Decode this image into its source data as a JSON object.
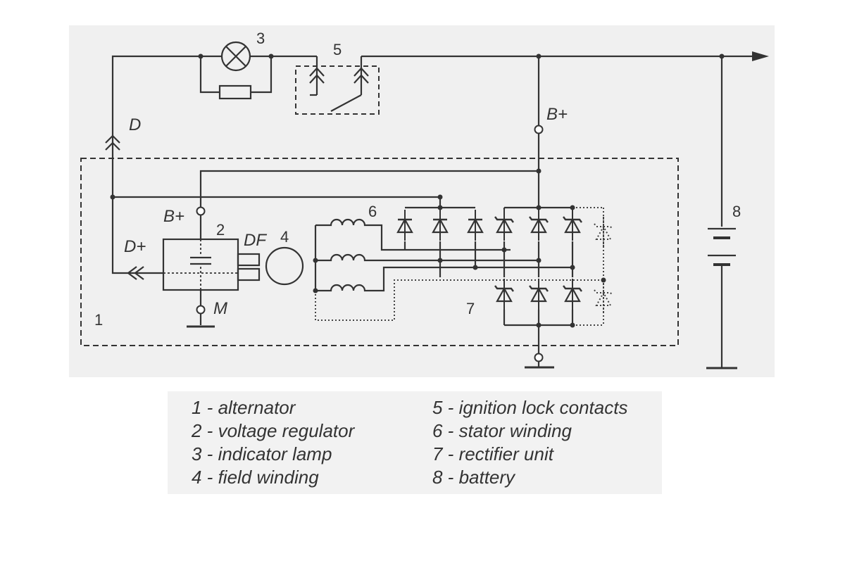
{
  "labels": {
    "ref_1": "1",
    "ref_2": "2",
    "ref_3": "3",
    "ref_4": "4",
    "ref_5": "5",
    "ref_6": "6",
    "ref_7": "7",
    "ref_8": "8",
    "terminal_b_plus_alternator": "B+",
    "terminal_b_plus_regulator": "B+",
    "terminal_d": "D",
    "terminal_d_plus": "D+",
    "terminal_df": "DF",
    "terminal_m": "M"
  },
  "legend": {
    "left": [
      "1 - alternator",
      "2 - voltage regulator",
      "3 - indicator lamp",
      "4 - field winding"
    ],
    "right": [
      "5 - ignition lock contacts",
      "6 - stator winding",
      "7 - rectifier unit",
      "8 - battery"
    ]
  }
}
